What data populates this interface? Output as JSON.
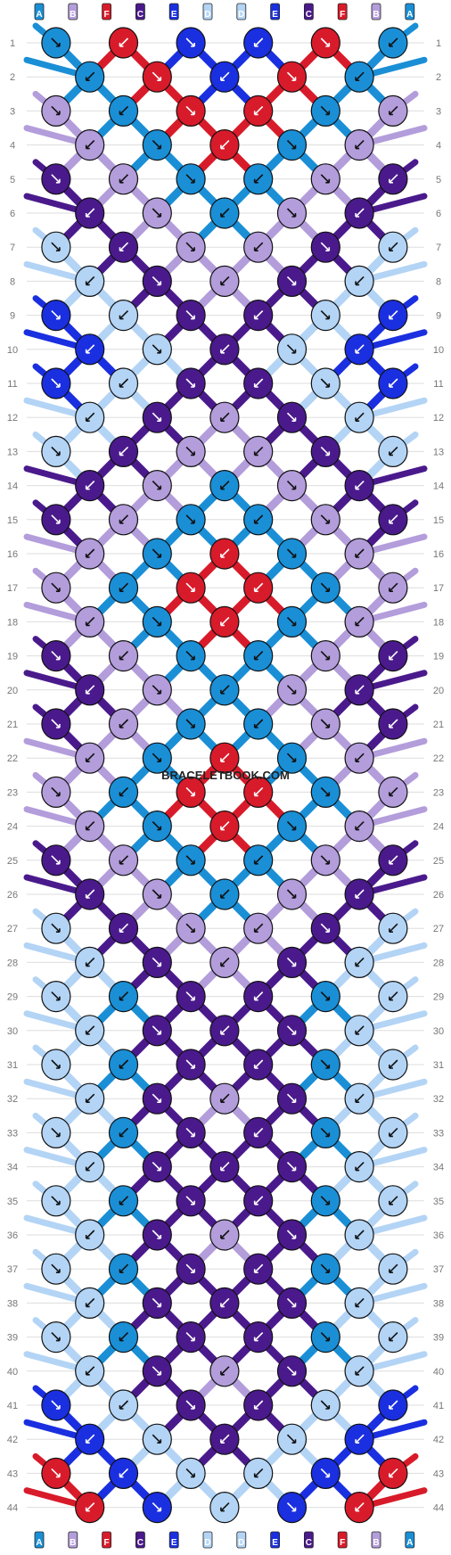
{
  "colors": {
    "A": "#1a8fd6",
    "B": "#b39ddb",
    "C": "#4a1a8c",
    "D": "#b3d4f5",
    "E": "#1a2fe0",
    "F": "#d81b2a"
  },
  "top_columns": [
    "A",
    "B",
    "F",
    "C",
    "E",
    "D",
    "D",
    "E",
    "C",
    "F",
    "B",
    "A"
  ],
  "bottom_columns": [
    "A",
    "B",
    "F",
    "C",
    "E",
    "D",
    "D",
    "E",
    "C",
    "F",
    "B",
    "A"
  ],
  "row_numbers": [
    "1",
    "2",
    "3",
    "4",
    "5",
    "6",
    "7",
    "8",
    "9",
    "10",
    "11",
    "12",
    "13",
    "14",
    "15",
    "16",
    "17",
    "18",
    "19",
    "20",
    "21",
    "22",
    "23",
    "24",
    "25",
    "26",
    "27",
    "28",
    "29",
    "30",
    "31",
    "32",
    "33",
    "34",
    "35",
    "36",
    "37",
    "38",
    "39",
    "40",
    "41",
    "42",
    "43",
    "44"
  ],
  "watermark": "BRACELETBOOK.COM",
  "knot_rows": [
    [
      "A",
      "F",
      "E",
      "E",
      "F",
      "A"
    ],
    [
      "A",
      "F",
      "E",
      "F",
      "A"
    ],
    [
      "B",
      "A",
      "F",
      "F",
      "A",
      "B"
    ],
    [
      "B",
      "A",
      "F",
      "A",
      "B"
    ],
    [
      "C",
      "B",
      "A",
      "A",
      "B",
      "C"
    ],
    [
      "C",
      "B",
      "A",
      "B",
      "C"
    ],
    [
      "D",
      "C",
      "B",
      "B",
      "C",
      "D"
    ],
    [
      "D",
      "C",
      "B",
      "C",
      "D"
    ],
    [
      "E",
      "D",
      "C",
      "C",
      "D",
      "E"
    ],
    [
      "E",
      "D",
      "C",
      "D",
      "E"
    ],
    [
      "E",
      "D",
      "C",
      "C",
      "D",
      "E"
    ],
    [
      "D",
      "C",
      "B",
      "C",
      "D"
    ],
    [
      "D",
      "C",
      "B",
      "B",
      "C",
      "D"
    ],
    [
      "C",
      "B",
      "A",
      "B",
      "C"
    ],
    [
      "C",
      "B",
      "A",
      "A",
      "B",
      "C"
    ],
    [
      "B",
      "A",
      "F",
      "A",
      "B"
    ],
    [
      "B",
      "A",
      "F",
      "F",
      "A",
      "B"
    ],
    [
      "B",
      "A",
      "F",
      "A",
      "B"
    ],
    [
      "C",
      "B",
      "A",
      "A",
      "B",
      "C"
    ],
    [
      "C",
      "B",
      "A",
      "B",
      "C"
    ],
    [
      "C",
      "B",
      "A",
      "A",
      "B",
      "C"
    ],
    [
      "B",
      "A",
      "F",
      "A",
      "B"
    ],
    [
      "B",
      "A",
      "F",
      "F",
      "A",
      "B"
    ],
    [
      "B",
      "A",
      "F",
      "A",
      "B"
    ],
    [
      "C",
      "B",
      "A",
      "A",
      "B",
      "C"
    ],
    [
      "C",
      "B",
      "A",
      "B",
      "C"
    ],
    [
      "D",
      "C",
      "B",
      "B",
      "C",
      "D"
    ],
    [
      "D",
      "C",
      "B",
      "C",
      "D"
    ],
    [
      "D",
      "A",
      "C",
      "C",
      "A",
      "D"
    ],
    [
      "D",
      "C",
      "C",
      "C",
      "D"
    ],
    [
      "D",
      "A",
      "C",
      "C",
      "A",
      "D"
    ],
    [
      "D",
      "C",
      "B",
      "C",
      "D"
    ],
    [
      "D",
      "A",
      "C",
      "C",
      "A",
      "D"
    ],
    [
      "D",
      "C",
      "C",
      "C",
      "D"
    ],
    [
      "D",
      "A",
      "C",
      "C",
      "A",
      "D"
    ],
    [
      "D",
      "C",
      "B",
      "C",
      "D"
    ],
    [
      "D",
      "A",
      "C",
      "C",
      "A",
      "D"
    ],
    [
      "D",
      "C",
      "C",
      "C",
      "D"
    ],
    [
      "D",
      "A",
      "C",
      "C",
      "A",
      "D"
    ],
    [
      "D",
      "C",
      "B",
      "C",
      "D"
    ],
    [
      "E",
      "D",
      "C",
      "C",
      "D",
      "E"
    ],
    [
      "E",
      "D",
      "C",
      "D",
      "E"
    ],
    [
      "F",
      "E",
      "D",
      "D",
      "E",
      "F"
    ],
    [
      "F",
      "E",
      "D",
      "E",
      "F"
    ]
  ]
}
